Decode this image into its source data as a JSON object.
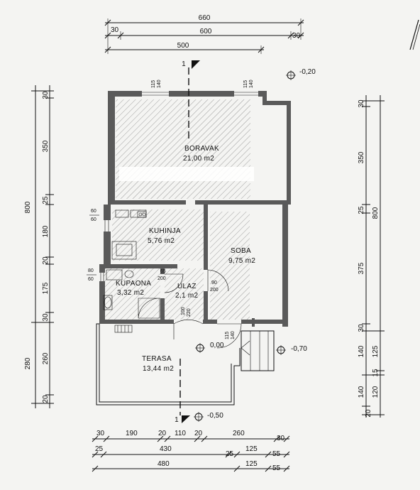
{
  "rooms": {
    "boravak": {
      "name": "BORAVAK",
      "area": "21,00 m2"
    },
    "kuhinja": {
      "name": "KUHINJA",
      "area": "5,76 m2"
    },
    "soba": {
      "name": "SOBA",
      "area": "9,75 m2"
    },
    "kupaona": {
      "name": "KUPAONA",
      "area": "3,32 m2"
    },
    "ulaz": {
      "name": "ULAZ",
      "area": "2,1 m2"
    },
    "terasa": {
      "name": "TERASA",
      "area": "13,44 m2"
    }
  },
  "section_marks": {
    "top": "1",
    "bottom": "1"
  },
  "elevations": {
    "top_right": "-0,20",
    "entry": "0,00",
    "stair_right": "-0,70",
    "bottom": "-0,50"
  },
  "dims": {
    "top": {
      "overall": "660",
      "left_offset": "30",
      "inner": "600",
      "right_offset": "30",
      "span": "500"
    },
    "bottom": {
      "row1": [
        "30",
        "190",
        "20",
        "110",
        "20",
        "260",
        "30"
      ],
      "row2": [
        "25",
        "430",
        "25",
        "125",
        "55"
      ],
      "row3": [
        "480",
        "125",
        "55"
      ]
    },
    "left": {
      "overall": "800",
      "seg": [
        "30",
        "350",
        "25",
        "180",
        "20",
        "175",
        "30"
      ],
      "ter_total": "280",
      "ter_seg": [
        "260",
        "20"
      ]
    },
    "right": {
      "overall": "800",
      "seg": [
        "30",
        "350",
        "25",
        "375",
        "30"
      ],
      "lower": [
        "140",
        "125",
        "15",
        "140",
        "120",
        "20"
      ]
    }
  },
  "openings": {
    "win_top_left": [
      "115",
      "140"
    ],
    "win_top_right": [
      "115",
      "140"
    ],
    "win_kitchen": [
      "60",
      "60"
    ],
    "win_bath": [
      "80",
      "60"
    ],
    "door_bath": [
      "65",
      "200"
    ],
    "door_room": [
      "90",
      "200"
    ],
    "door_entry": [
      "100",
      "220"
    ],
    "door_terrace": [
      "115",
      "140"
    ]
  }
}
